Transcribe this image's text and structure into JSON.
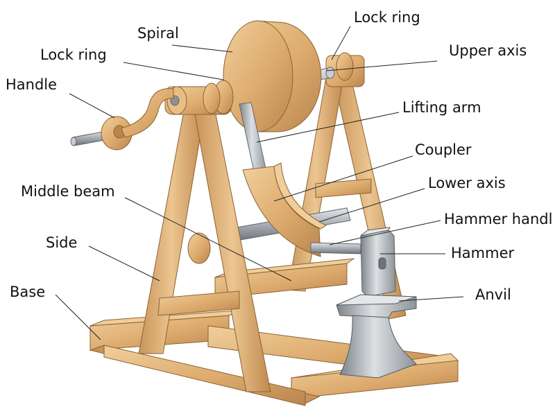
{
  "labels": {
    "lock_ring_top": "Lock ring",
    "spiral": "Spiral",
    "upper_axis": "Upper axis",
    "lock_ring_left": "Lock ring",
    "handle": "Handle",
    "lifting_arm": "Lifting arm",
    "coupler": "Coupler",
    "lower_axis": "Lower axis",
    "middle_beam": "Middle beam",
    "hammer_handle": "Hammer handl",
    "side": "Side",
    "hammer": "Hammer",
    "base": "Base",
    "anvil": "Anvil"
  },
  "colors": {
    "wood": "#dcaa6c",
    "wood_light": "#efc992",
    "wood_dark": "#a67a45",
    "metal": "#9aa0a6",
    "metal_light": "#d6d9dc",
    "metal_dark": "#5f656b",
    "leader": "#222222"
  }
}
